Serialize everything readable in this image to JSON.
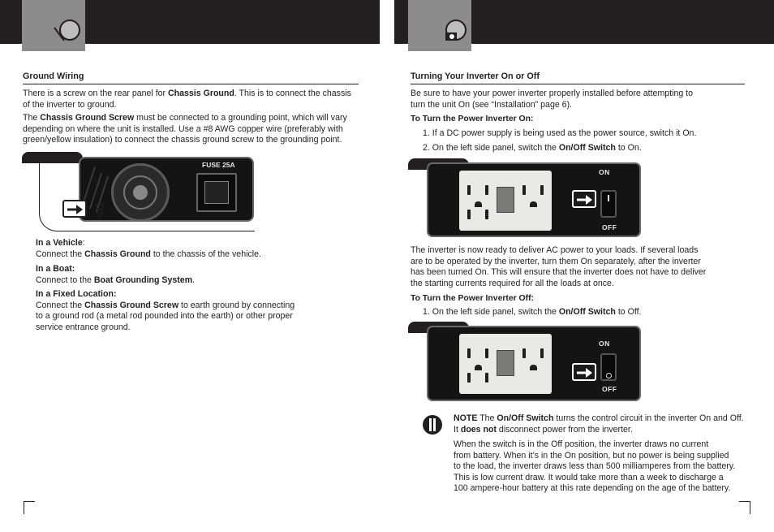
{
  "left": {
    "heading": "Ground Wiring",
    "p1": {
      "a": "There is a screw on the rear panel for ",
      "b": "Chassis Ground",
      "c": ". This is to connect the chassis",
      "d": "of the inverter to ground."
    },
    "p2": {
      "a": "The ",
      "b": "Chassis Ground Screw",
      "c": " must be connected to a grounding point, which will vary",
      "d": "depending on where the unit is installed. Use a #8 AWG copper wire (preferably with",
      "e": "green/yellow insulation) to connect the chassis ground screw to the grounding point."
    },
    "fuse_label": "FUSE 25A",
    "vehicle": {
      "label": "In a Vehicle",
      "colon": ":",
      "a": "Connect the ",
      "b": "Chassis Ground",
      "c": " to the chassis of the vehicle."
    },
    "boat": {
      "label": "In a Boat:",
      "a": "Connect to the ",
      "b": "Boat Grounding System",
      "c": "."
    },
    "fixed": {
      "label": "In a Fixed Location:",
      "a": "Connect the ",
      "b": "Chassis Ground Screw",
      "c": " to earth ground by connecting",
      "d": "to a ground rod (a metal rod pounded into the earth) or other proper",
      "e": "service entrance ground."
    }
  },
  "right": {
    "heading": "Turning Your Inverter On or Off",
    "intro1": "Be sure to have your power inverter properly installed before attempting to",
    "intro2": "turn the unit On (see “Installation” page 6).",
    "on_title": "To Turn the Power Inverter On:",
    "on_step1": "1. If a DC power supply is being used as the power source, switch it On.",
    "on_step2": {
      "a": "2. On the left side panel, switch the ",
      "b": "On/Off Switch",
      "c": " to On."
    },
    "on_label": "ON",
    "off_label": "OFF",
    "ready": [
      "The inverter is now ready to deliver AC power to your loads. If several loads",
      "are to be operated by the inverter, turn them On separately, after the inverter",
      "has been turned On. This will ensure that the inverter does not have to deliver",
      "the starting currents required for all the loads at once."
    ],
    "off_title": "To Turn the Power Inverter Off:",
    "off_step1": {
      "a": "1. On the left side panel, switch the ",
      "b": "On/Off Switch",
      "c": " to Off."
    },
    "note": {
      "tag": "NOTE",
      "a": "  The ",
      "b": "On/Off Switch",
      "c": " turns the control circuit in the inverter On and Off.",
      "d": "It ",
      "e": "does not",
      "f": " disconnect power from the inverter."
    },
    "note2": [
      "When the switch is in the Off position, the inverter draws no current",
      "from battery. When it’s in the On position, but no power is being supplied",
      "to the load, the inverter draws less than 500 milliamperes from the battery.",
      "This is low current draw. It would take more than a week to discharge a",
      "100 ampere-hour battery at this rate depending on the age of the battery."
    ]
  },
  "colors": {
    "band": "#231f20",
    "tab": "#8c8c8c",
    "text": "#231f20"
  }
}
